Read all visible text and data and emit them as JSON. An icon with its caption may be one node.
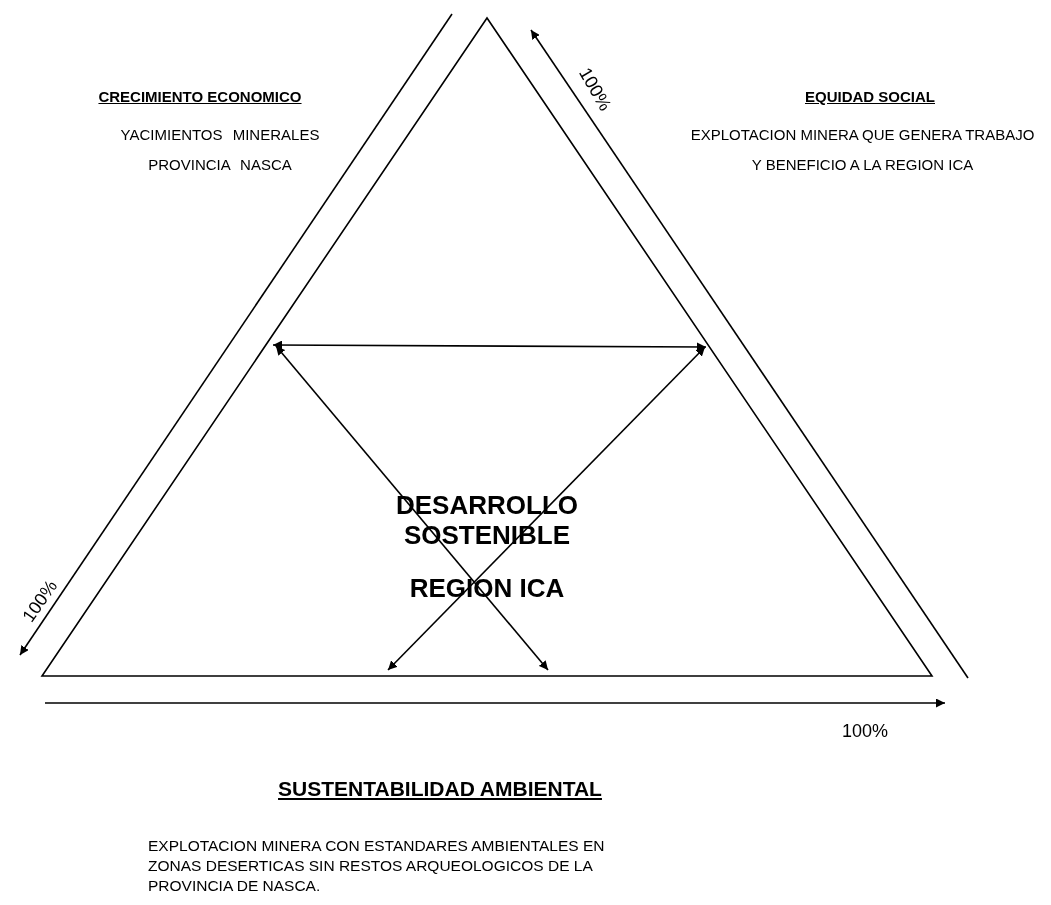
{
  "diagram": {
    "nodes": [
      {
        "text": [
          "DESARROLLO SOSTENIBLE",
          "REGION ICA"
        ]
      }
    ],
    "labels": [
      "100%",
      "CRECIMIENTO ECONOMICO",
      "EQUIDAD SOCIAL",
      "YACIMIENTOS MINERALES PROVINCIA NASCA",
      "EXPLOTACION MINERA QUE GENERA TRABAJO Y BENEFICIO A LA REGION ICA",
      "100%",
      "100%",
      "SUSTENTABILIDAD AMBIENTAL",
      "EXPLOTACION MINERA CON ESTANDARES AMBIENTALES EN ZONAS DESERTICAS SIN RESTOS ARQUEOLOGICOS DE LA PROVINCIA DE NASCA."
    ]
  }
}
